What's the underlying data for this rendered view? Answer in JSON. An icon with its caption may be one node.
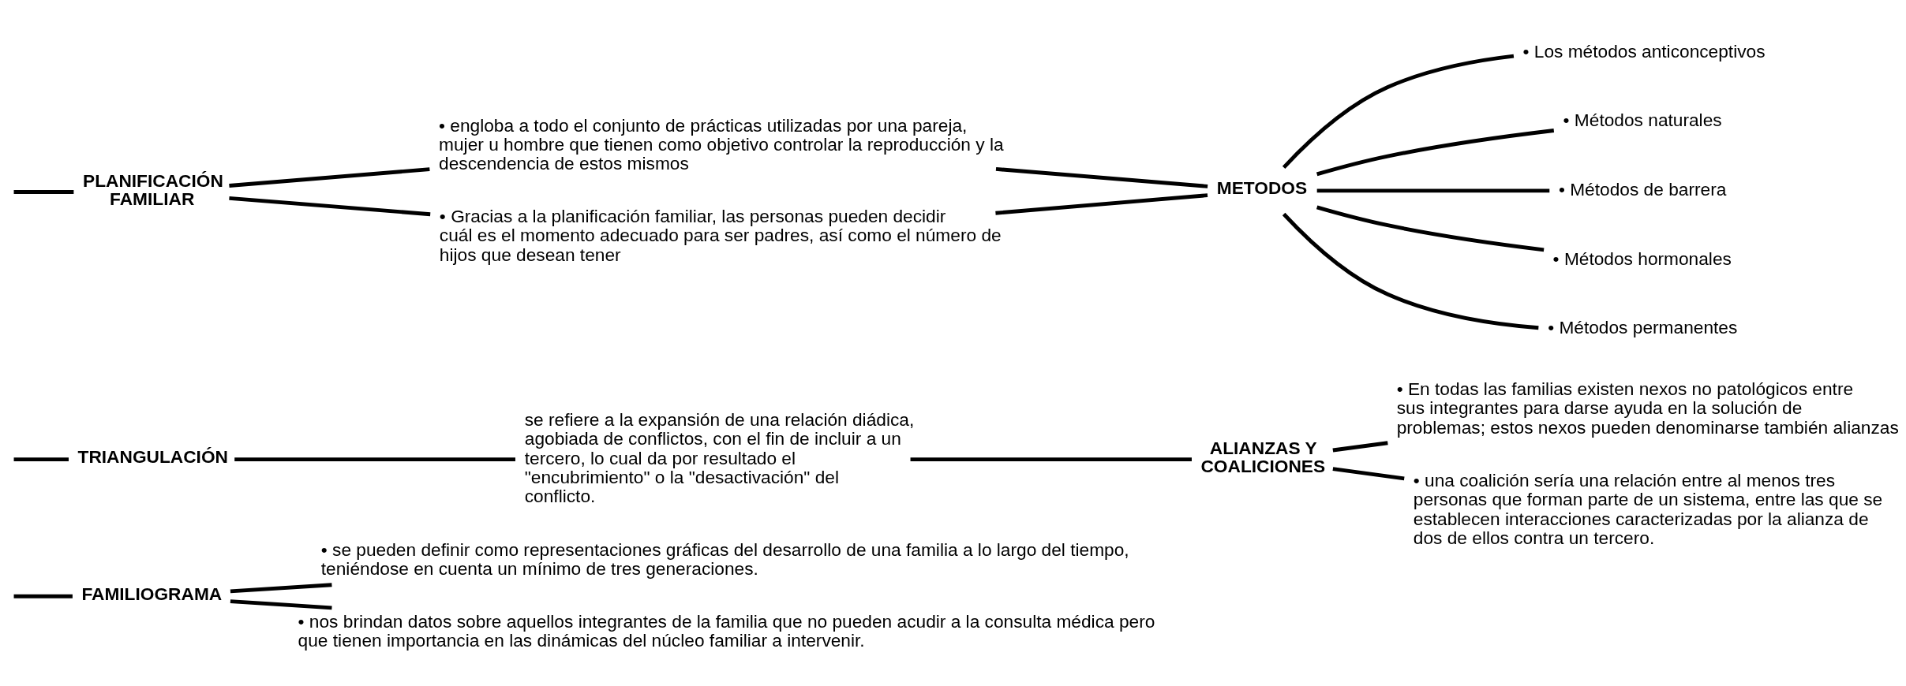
{
  "diagram": {
    "nodes": [
      {
        "text": [
          "FAMILIOGRAMA"
        ]
      },
      {
        "text": [
          "• se pueden definir como representaciones gráficas del desarrollo de una familia a lo largo del tiempo, teniéndose en cuenta un mínimo de tres generaciones."
        ]
      },
      {
        "text": [
          "• nos brindan datos sobre aquellos integrantes de la familia que no pueden acudir a la consulta médica pero que tienen importancia en las dinámicas del núcleo familiar a intervenir."
        ]
      },
      {
        "text": [
          "TRIANGULACIÓN"
        ]
      },
      {
        "text": [
          "se refiere a la expansión de una relación diádica, agobiada de conflictos, con el fin de incluir a un tercero, lo cual da por resultado el \"encubrimiento\" o la \"desactivación\" del conflicto."
        ]
      },
      {
        "text": [
          "ALIANZAS Y COALICIONES"
        ]
      },
      {
        "text": [
          "• En todas las familias existen nexos no patológicos entre sus integrantes para darse ayuda en la solución de problemas; estos nexos pueden denominarse también alianzas"
        ]
      },
      {
        "text": [
          "• una coalición sería una relación entre al menos tres personas que forman parte de un sistema, entre las que se establecen interacciones caracterizadas por la alianza de dos de ellos contra un tercero."
        ]
      },
      {
        "text": [
          "PLANIFICACIÓN FAMILIAR"
        ]
      },
      {
        "text": [
          "• engloba a todo el conjunto de prácticas utilizadas por una pareja, mujer u hombre que tienen como objetivo controlar la reproducción y la descendencia de estos mismos"
        ]
      },
      {
        "text": [
          "• Gracias a la planificación familiar, las personas pueden decidir cuál es el momento adecuado para ser padres, así como el número de hijos que desean tener"
        ]
      },
      {
        "text": [
          "METODOS"
        ]
      },
      {
        "text": [
          "• Los métodos anticonceptivos"
        ]
      },
      {
        "text": [
          "• Métodos naturales"
        ]
      },
      {
        "text": [
          "• Métodos de barrera"
        ]
      },
      {
        "text": [
          "• Métodos hormonales"
        ]
      },
      {
        "text": [
          "• Métodos permanentes"
        ]
      }
    ],
    "edges": [
      {
        "from": null,
        "to": 0,
        "arrow": "none"
      },
      {
        "from": null,
        "to": 3,
        "arrow": "none"
      },
      {
        "from": null,
        "to": 8,
        "arrow": "none"
      },
      {
        "from": 0,
        "to": 1,
        "arrow": "none"
      },
      {
        "from": 0,
        "to": 2,
        "arrow": "none"
      },
      {
        "from": 3,
        "to": 4,
        "arrow": "none"
      },
      {
        "from": 4,
        "to": 5,
        "arrow": "none"
      },
      {
        "from": 5,
        "to": 6,
        "arrow": "none"
      },
      {
        "from": 5,
        "to": 7,
        "arrow": "none"
      },
      {
        "from": 8,
        "to": 9,
        "arrow": "none"
      },
      {
        "from": 8,
        "to": 10,
        "arrow": "none"
      },
      {
        "from": 9,
        "to": 11,
        "arrow": "none"
      },
      {
        "from": 10,
        "to": 11,
        "arrow": "none"
      },
      {
        "from": 11,
        "to": 12,
        "arrow": "none"
      },
      {
        "from": 11,
        "to": 13,
        "arrow": "none"
      },
      {
        "from": 11,
        "to": 14,
        "arrow": "none"
      },
      {
        "from": 11,
        "to": 15,
        "arrow": "none"
      },
      {
        "from": 11,
        "to": 16,
        "arrow": "none"
      }
    ]
  }
}
